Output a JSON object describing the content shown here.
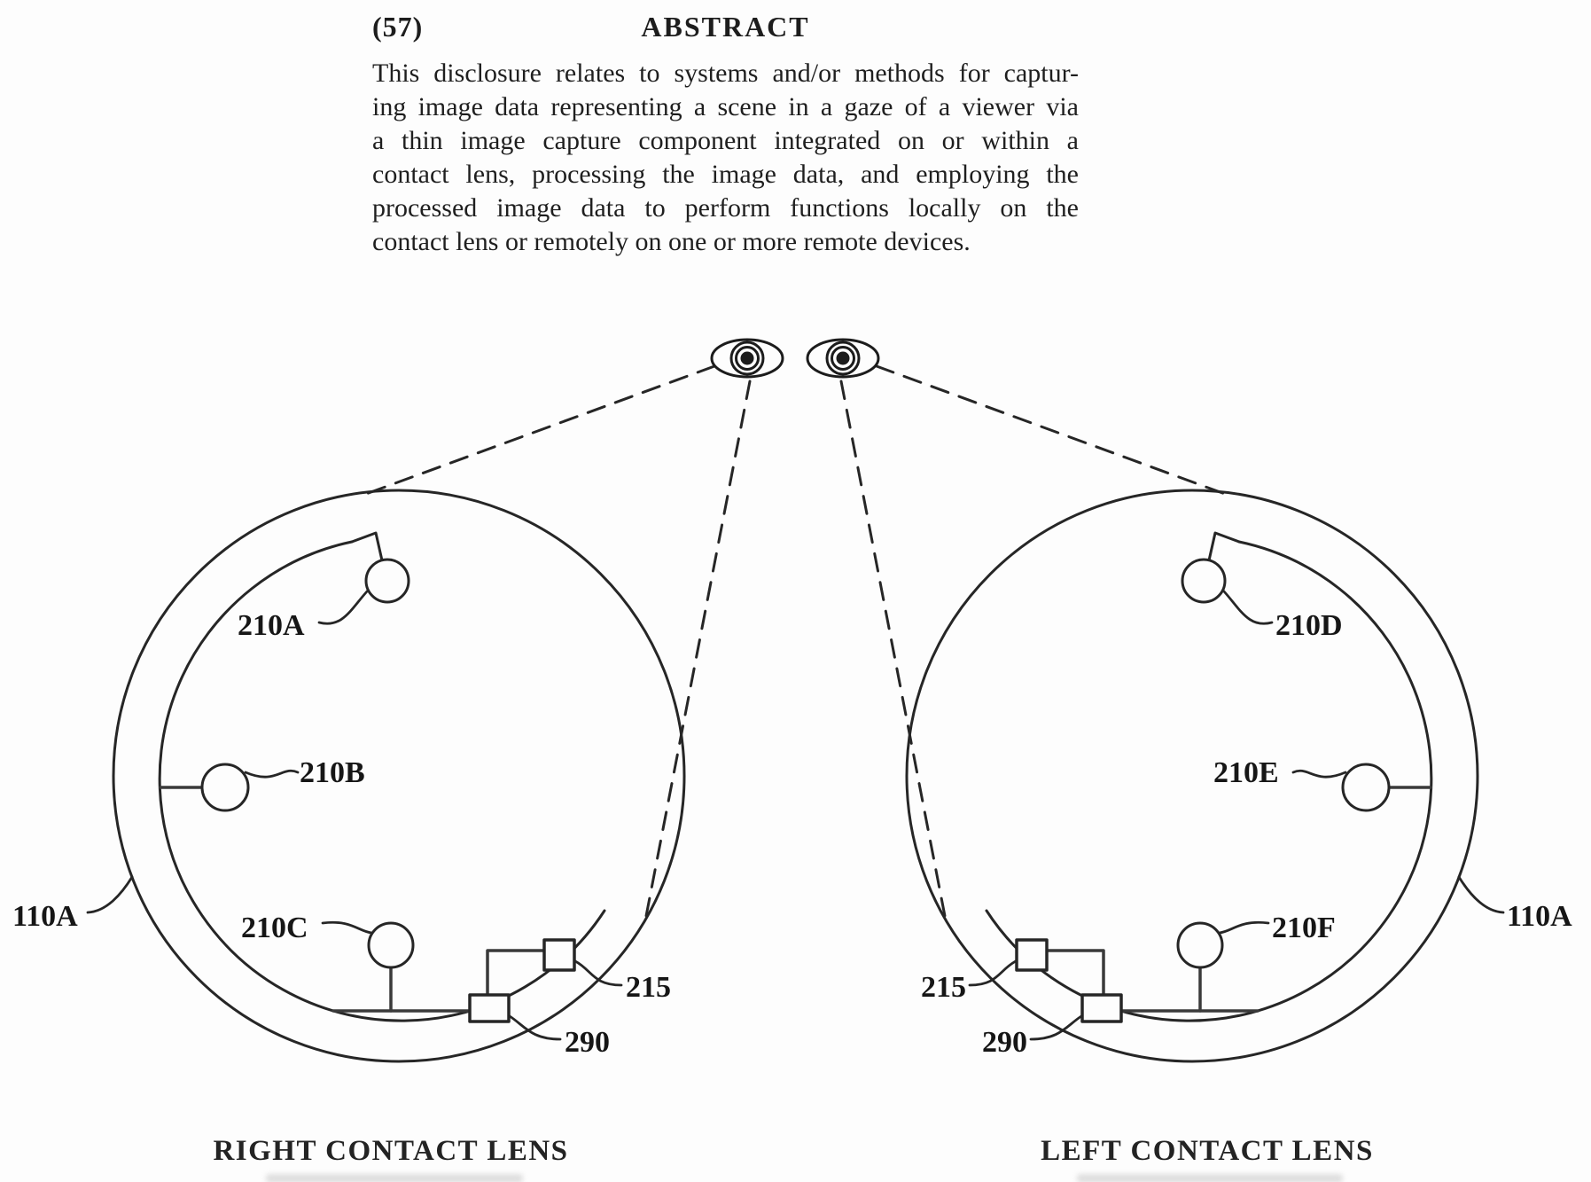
{
  "page": {
    "background": "#fdfdfd",
    "ink": "#262626"
  },
  "abstract": {
    "field_number": "(57)",
    "title": "ABSTRACT",
    "lines": [
      "This disclosure relates to systems and/or methods for captur-",
      "ing image data representing a scene in a gaze of a viewer via",
      "a thin image capture component integrated on or within a",
      "contact lens, processing the image data, and employing the",
      "processed image data to perform functions locally on the",
      "contact lens or remotely on one or more remote devices."
    ]
  },
  "figure": {
    "left_diagram": {
      "caption": "RIGHT CONTACT LENS",
      "lens_label": "110A",
      "sensor1": "210A",
      "sensor2": "210B",
      "sensor3": "210C",
      "chip": "215",
      "hub": "290"
    },
    "right_diagram": {
      "caption": "LEFT CONTACT LENS",
      "lens_label": "110A",
      "sensor1": "210D",
      "sensor2": "210E",
      "sensor3": "210F",
      "chip": "215",
      "hub": "290"
    }
  }
}
